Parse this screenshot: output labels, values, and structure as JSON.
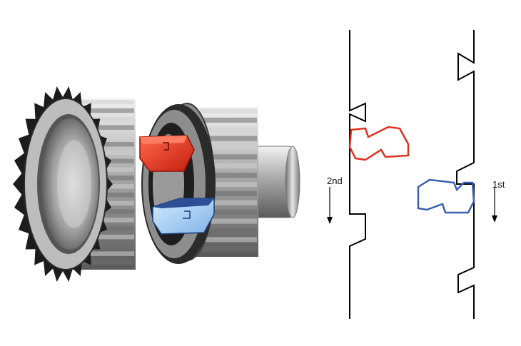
{
  "diagram": {
    "labels": {
      "second_gear": "2nd",
      "first_gear": "1st"
    },
    "colors": {
      "red_dog": "#e0301e",
      "blue_dog": "#3a5fb0",
      "gear_metal": "#b8b8b8",
      "outline": "#000000"
    },
    "parts": {
      "left_assembly": "gear-and-synchro-illustration",
      "right_diagram": "dog-engagement-schematic"
    }
  }
}
